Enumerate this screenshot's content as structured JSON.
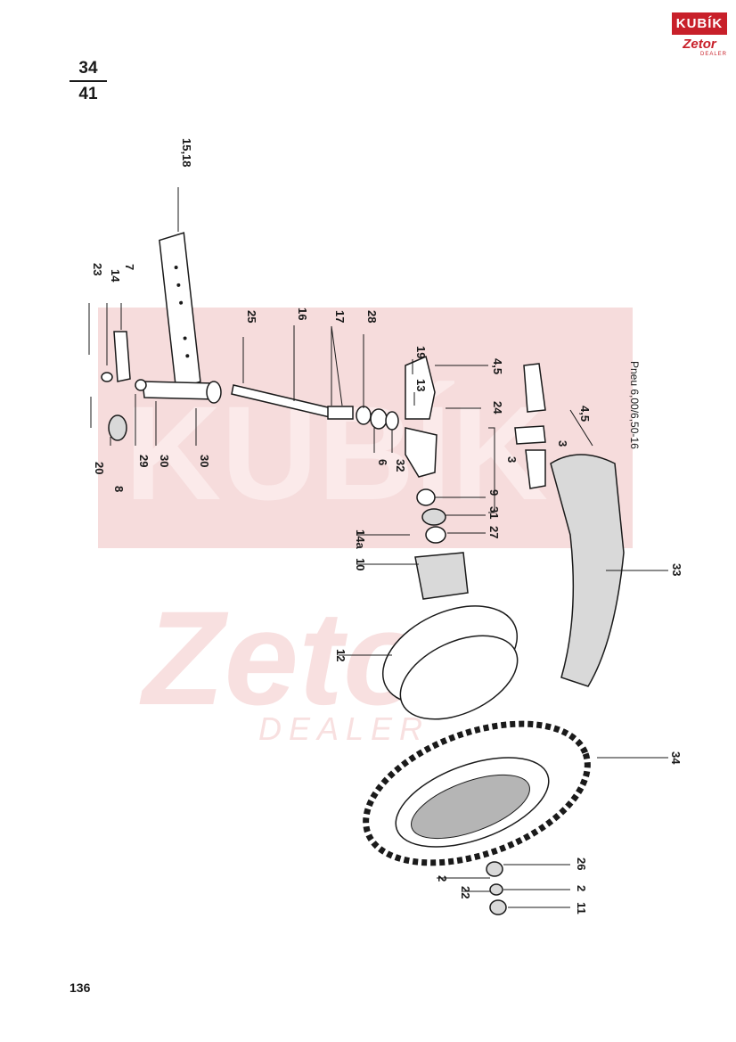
{
  "page": {
    "fraction_top": "34",
    "fraction_bottom": "41",
    "page_number": "136"
  },
  "logo": {
    "brand": "KUBÍK",
    "sub": "Zetor",
    "tag": "DEALER"
  },
  "watermark": {
    "main": "KUBÍK",
    "sub": "Zetor",
    "tag": "DEALER"
  },
  "labels": {
    "l23": "23",
    "l14": "14",
    "l7": "7",
    "l1518": "15,18",
    "l25": "25",
    "l16": "16",
    "l17": "17",
    "l28": "28",
    "l19": "19",
    "l13": "13",
    "l45a": "4,5",
    "l24": "24",
    "l45b": "4,5",
    "l3a": "3",
    "l3b": "3",
    "l20": "20",
    "l8": "8",
    "l29": "29",
    "l30a": "30",
    "l30b": "30",
    "l6": "6",
    "l32": "32",
    "l9": "9",
    "l31": "31",
    "l14a": "14a",
    "l27": "27",
    "l10": "10",
    "l33": "33",
    "l12": "12",
    "l34": "34",
    "l26": "26",
    "l2a": "2",
    "l22": "22",
    "l2b": "2",
    "l11": "11",
    "tyre": "Pneu 6,00/6,50-16"
  },
  "colors": {
    "ink": "#1a1a1a",
    "brand_red": "#c8202a",
    "watermark": "#f6dcdc"
  }
}
